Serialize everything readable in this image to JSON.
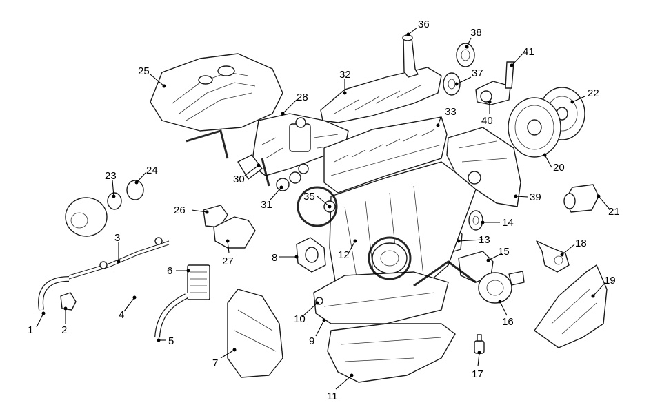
{
  "callouts": [
    {
      "id": "c1",
      "label": "1"
    },
    {
      "id": "c2",
      "label": "2"
    },
    {
      "id": "c3",
      "label": "3"
    },
    {
      "id": "c4",
      "label": "4"
    },
    {
      "id": "c5",
      "label": "5"
    },
    {
      "id": "c6",
      "label": "6"
    },
    {
      "id": "c7",
      "label": "7"
    },
    {
      "id": "c8",
      "label": "8"
    },
    {
      "id": "c9",
      "label": "9"
    },
    {
      "id": "c10",
      "label": "10"
    },
    {
      "id": "c11",
      "label": "11"
    },
    {
      "id": "c12",
      "label": "12"
    },
    {
      "id": "c13",
      "label": "13"
    },
    {
      "id": "c14",
      "label": "14"
    },
    {
      "id": "c15",
      "label": "15"
    },
    {
      "id": "c16",
      "label": "16"
    },
    {
      "id": "c17",
      "label": "17"
    },
    {
      "id": "c18",
      "label": "18"
    },
    {
      "id": "c19",
      "label": "19"
    },
    {
      "id": "c20",
      "label": "20"
    },
    {
      "id": "c21",
      "label": "21"
    },
    {
      "id": "c22",
      "label": "22"
    },
    {
      "id": "c23",
      "label": "23"
    },
    {
      "id": "c24",
      "label": "24"
    },
    {
      "id": "c25",
      "label": "25"
    },
    {
      "id": "c26",
      "label": "26"
    },
    {
      "id": "c27",
      "label": "27"
    },
    {
      "id": "c28",
      "label": "28"
    },
    {
      "id": "c30",
      "label": "30"
    },
    {
      "id": "c31",
      "label": "31"
    },
    {
      "id": "c32",
      "label": "32"
    },
    {
      "id": "c33",
      "label": "33"
    },
    {
      "id": "c35",
      "label": "35"
    },
    {
      "id": "c36",
      "label": "36"
    },
    {
      "id": "c37",
      "label": "37"
    },
    {
      "id": "c38",
      "label": "38"
    },
    {
      "id": "c39",
      "label": "39"
    },
    {
      "id": "c40",
      "label": "40"
    },
    {
      "id": "c41",
      "label": "41"
    }
  ],
  "colors": {
    "line": "#1a1a1a",
    "shade": "#d9d9d9",
    "background": "#ffffff"
  }
}
